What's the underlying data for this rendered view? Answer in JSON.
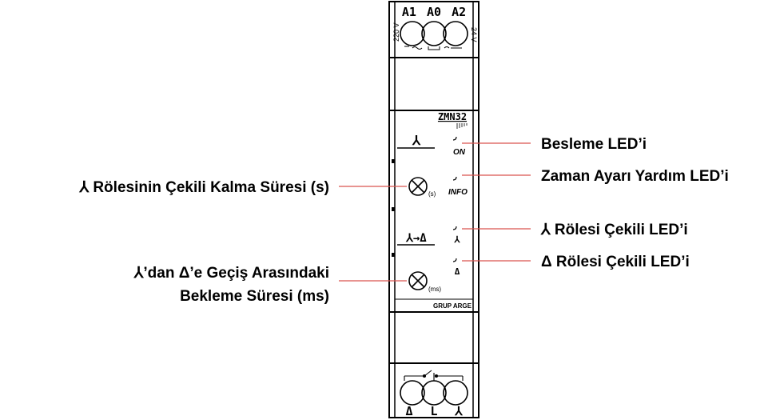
{
  "device": {
    "model": "ZMN32",
    "brand": "GRUP ARGE",
    "top_terminals": [
      "A1",
      "A0",
      "A2"
    ],
    "voltage_left": "220 V",
    "voltage_right": "24 V",
    "bottom_terminals": [
      "Δ",
      "L",
      "⅄"
    ],
    "led_on": "ON",
    "led_info": "INFO",
    "knob1_unit": "(s)",
    "knob2_unit": "(ms)",
    "section1_symbol": "⅄",
    "section2_symbol": "⅄→Δ"
  },
  "callouts": {
    "power_led": "Besleme LED’i",
    "time_help_led": "Zaman Ayarı Yardım LED’i",
    "star_relay_led": "⅄ Rölesi Çekili LED’i",
    "delta_relay_led": "Δ Rölesi Çekili LED’i",
    "star_hold_time": "⅄ Rölesinin Çekili Kalma Süresi (s)",
    "transition_line1": "⅄’dan  Δ’e Geçiş Arasındaki",
    "transition_line2": "Bekleme Süresi (ms)"
  },
  "colors": {
    "leader": "#d9534f",
    "ink": "#000000"
  }
}
